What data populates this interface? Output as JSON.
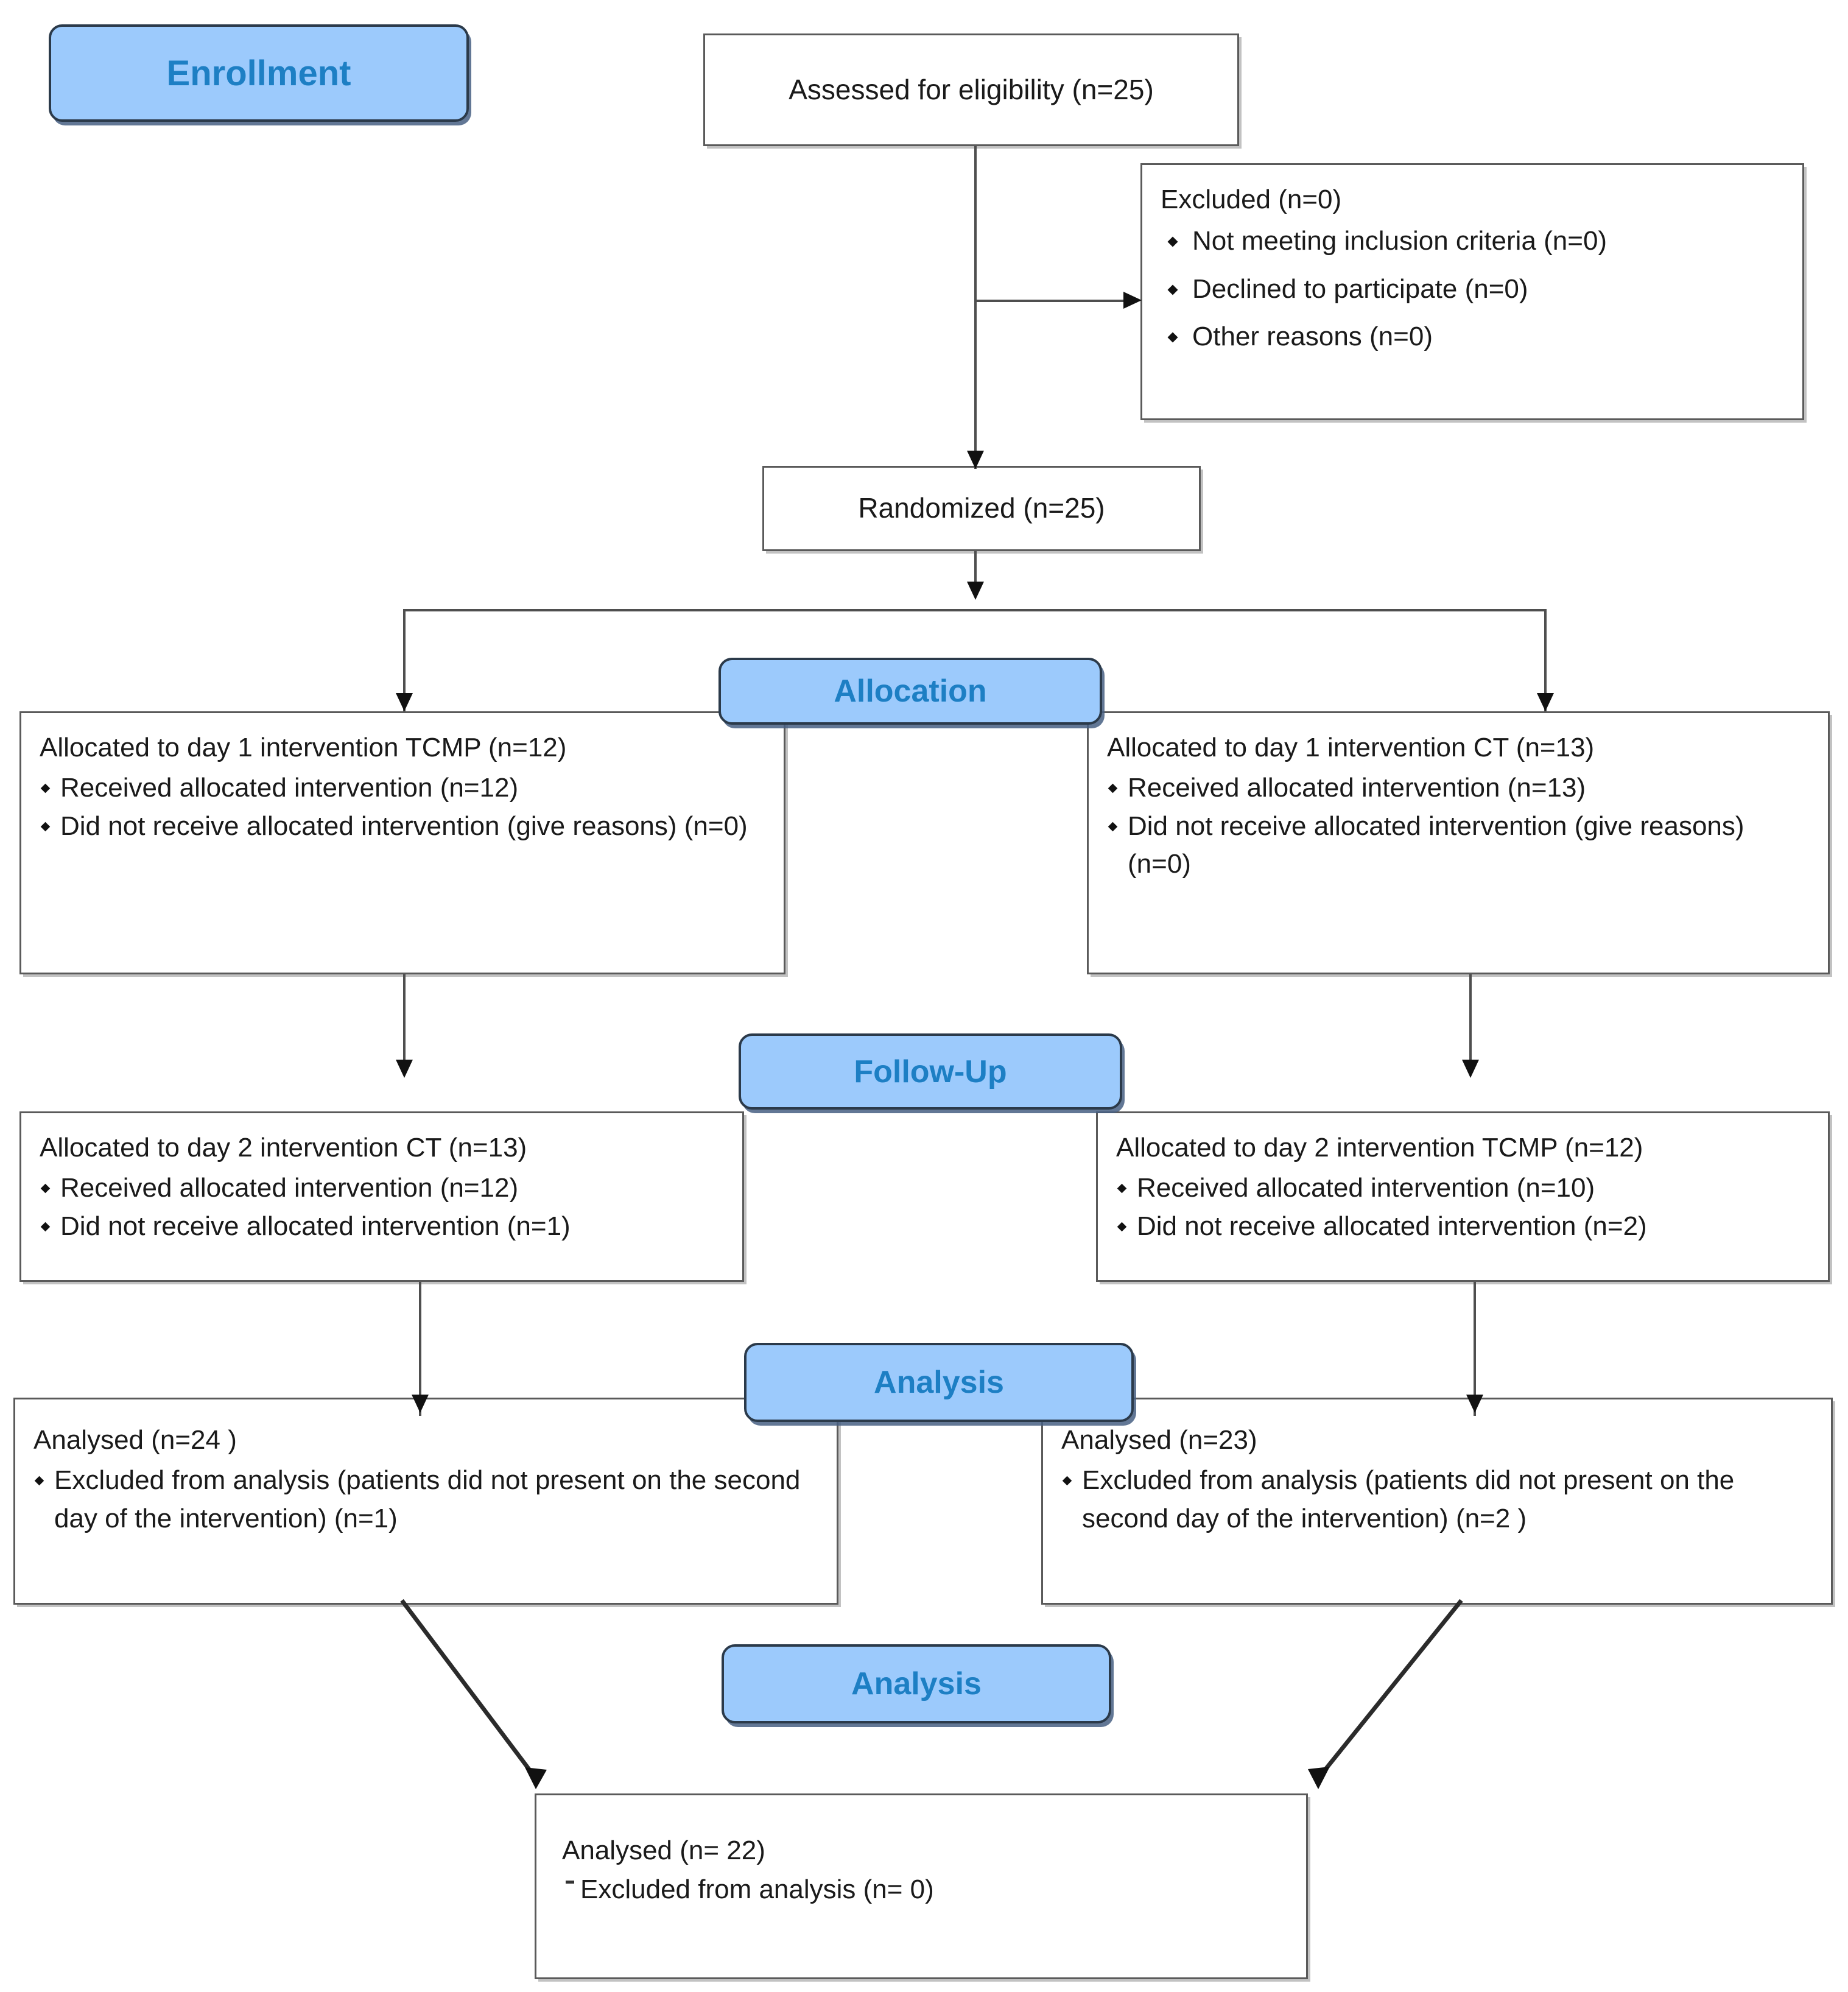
{
  "diagram": {
    "type": "consort-flow-diagram",
    "stages": [
      {
        "id": "enrollment",
        "label": "Enrollment"
      },
      {
        "id": "allocation",
        "label": "Allocation"
      },
      {
        "id": "follow-up",
        "label": "Follow-Up"
      },
      {
        "id": "analysis",
        "label": "Analysis"
      },
      {
        "id": "analysis-final",
        "label": "Analysis"
      }
    ],
    "accent_color": "#9ccafc",
    "accent_text_color": "#1d7fc4",
    "box_border_color": "#5a5a5a"
  },
  "enrollment": {
    "assessed": {
      "title": "Assessed for eligibility (n=25)"
    },
    "excluded": {
      "title": "Excluded (n=0)",
      "reasons": [
        "Not meeting inclusion criteria (n=0)",
        "Declined to participate (n=0)",
        "Other reasons (n=0)"
      ]
    },
    "randomized": {
      "title": "Randomized (n=25)"
    }
  },
  "allocation": {
    "left": {
      "title": "Allocated to day 1 intervention TCMP (n=12)",
      "items": [
        "Received allocated intervention (n=12)",
        "Did not receive allocated intervention (give reasons) (n=0)"
      ]
    },
    "right": {
      "title": "Allocated to day 1 intervention CT (n=13)",
      "items": [
        "Received allocated intervention (n=13)",
        "Did not receive allocated intervention (give reasons) (n=0)"
      ]
    }
  },
  "followup": {
    "left": {
      "title": "Allocated to day 2 intervention CT (n=13)",
      "items": [
        "Received allocated intervention (n=12)",
        "Did not receive allocated intervention (n=1)"
      ]
    },
    "right": {
      "title": "Allocated to day 2 intervention TCMP (n=12)",
      "items": [
        "Received allocated intervention (n=10)",
        "Did not receive allocated intervention (n=2)"
      ]
    }
  },
  "analysis": {
    "left": {
      "title": "Analysed   (n=24 )",
      "items": [
        "Excluded from analysis (patients did not present on the second day of the intervention) (n=1)"
      ]
    },
    "right": {
      "title": "Analysed   (n=23)",
      "items": [
        "Excluded from analysis (patients did not present on the second day of the intervention) (n=2 )"
      ]
    },
    "final": {
      "title": "Analysed (n= 22)",
      "items": [
        "Excluded from analysis (n= 0)"
      ]
    }
  }
}
